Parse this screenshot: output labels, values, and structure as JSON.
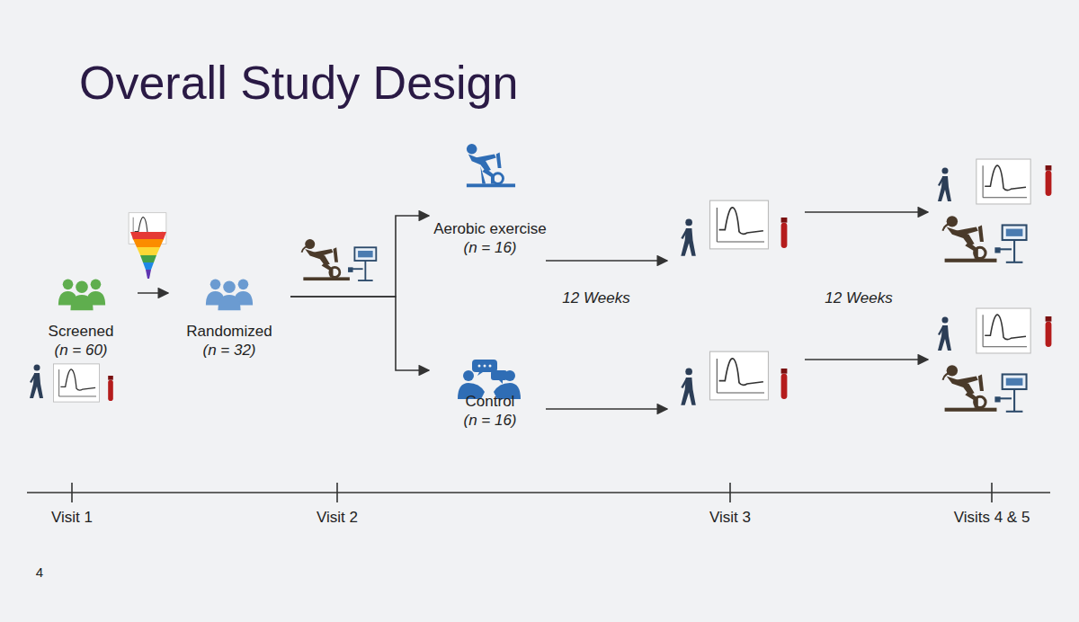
{
  "diagram": {
    "title": "Overall Study Design",
    "nodes": [
      {
        "text": [
          "Screened",
          "(n = 60)"
        ]
      },
      {
        "text": [
          "Randomized",
          "(n = 32)"
        ]
      },
      {
        "text": [
          "Aerobic exercise",
          "(n = 16)"
        ]
      },
      {
        "text": [
          "Control",
          "(n = 16)"
        ]
      }
    ],
    "edges": [
      {
        "from": 0,
        "to": 1,
        "arrow": "to"
      },
      {
        "from": 1,
        "to": 2,
        "arrow": "to"
      },
      {
        "from": 1,
        "to": 3,
        "arrow": "to"
      }
    ],
    "labels": [
      "12 Weeks",
      "12 Weeks",
      "Visit 1",
      "Visit 2",
      "Visit 3",
      "Visits 4 & 5",
      "4"
    ]
  }
}
